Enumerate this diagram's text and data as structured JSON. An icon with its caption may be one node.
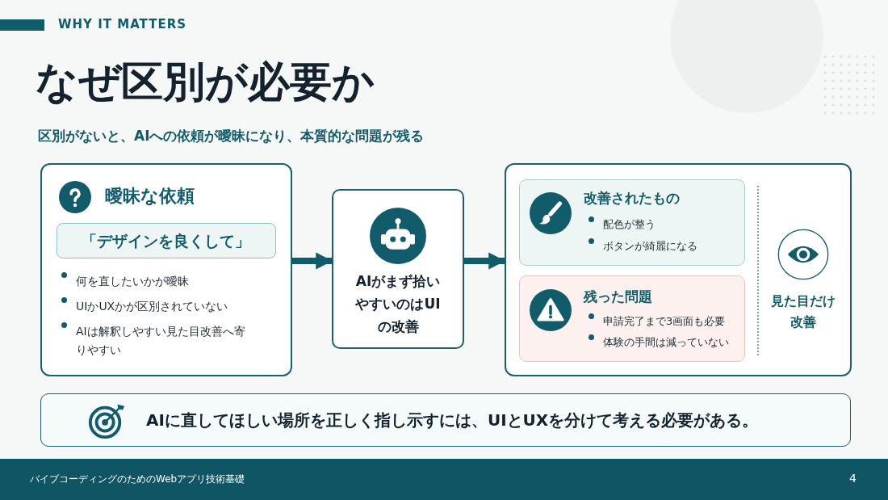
{
  "diagram": {
    "title": "なぜ区別が必要か",
    "nodes": [
      {
        "text": [
          "曖昧な依頼",
          "何を直したいかが曖昧",
          "UIかUXかが区別されていない",
          "AIは解釈しやすい見た目改善へ寄りやすい"
        ]
      },
      {
        "text": [
          "「デザインを良くして」"
        ],
        "in": 0
      },
      {
        "text": [
          "AIがまず拾いやすいのはUIの改善"
        ]
      },
      {
        "text": [
          "見た目だけ改善"
        ]
      },
      {
        "text": [
          "改善されたもの",
          "配色が整う",
          "ボタンが綺麗になる"
        ],
        "in": 3
      },
      {
        "text": [
          "残った問題",
          "申請完了まで3画面も必要",
          "体験の手間は減っていない"
        ],
        "in": 3
      },
      {
        "text": [
          "AIに直してほしい場所を正しく指し示すには、UIとUXを分けて考える必要がある。"
        ]
      }
    ],
    "edges": [
      {
        "from": 0,
        "to": 2,
        "arrow": "to"
      },
      {
        "from": 2,
        "to": 3,
        "arrow": "to"
      }
    ],
    "labels": [
      "WHY IT MATTERS",
      "区別がないと、AIへの依頼が曖昧になり、本質的な問題が残る",
      "バイブコーディングのためのWebアプリ技術基礎",
      "4"
    ]
  }
}
